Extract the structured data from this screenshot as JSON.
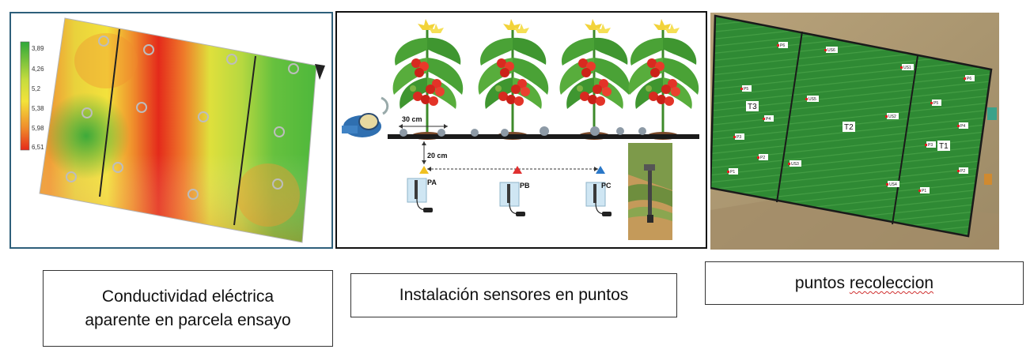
{
  "captions": {
    "conductivity_line1": "Conductividad eléctrica",
    "conductivity_line2": "aparente en parcela ensayo",
    "installation": "Instalación sensores en puntos",
    "points_word1": "puntos",
    "points_word2": "recoleccion"
  },
  "legend": {
    "values": [
      "3,89",
      "4,26",
      "5,2",
      "5,38",
      "5,98",
      "6,51"
    ]
  },
  "sensor_diagram": {
    "spacing_label": "30 cm",
    "depth_label": "20 cm",
    "points": [
      "PA",
      "PB",
      "PC"
    ]
  },
  "aerial_map": {
    "zones": [
      "T3",
      "T2",
      "T1"
    ],
    "small_labels": [
      "P6",
      "US6",
      "US1",
      "P6",
      "P5",
      "US5",
      "P5",
      "P4",
      "US2",
      "P4",
      "P3",
      "P3",
      "US3",
      "P2",
      "P2",
      "US4",
      "P1",
      "P1"
    ]
  },
  "colors": {
    "frame_left": "#2e5f7a",
    "frame_middle": "#111111",
    "high_ec": "#e62a1a",
    "low_ec": "#2fa83a",
    "mid_ec": "#f2e23a"
  }
}
